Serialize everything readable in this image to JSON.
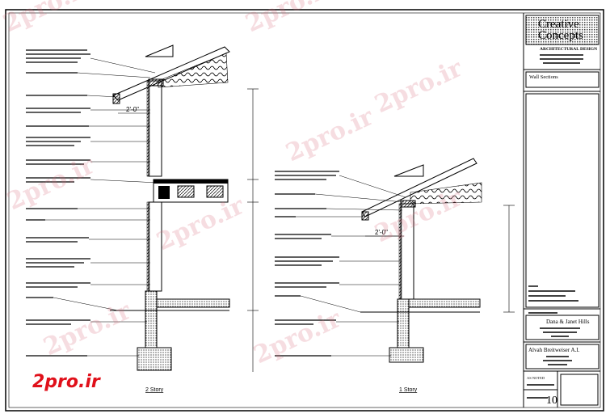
{
  "title_block": {
    "logo_line1": "Creative",
    "logo_line2": "Concepts",
    "firm": "ARCHITECTURAL DESIGN",
    "sheet_title": "Wall Sections",
    "client": "Dana & Janet Hills",
    "designer": "Alvah Breitweiser A.I.",
    "scale_label": "AS NOTED",
    "sheet_number": "10"
  },
  "sections": {
    "left_label": "2 Story",
    "right_label": "1 Story"
  },
  "dimensions": {
    "overhang_left": "2'-0\"",
    "overhang_right": "2'-0\""
  },
  "watermark": "2pro.ir",
  "brand": "2pro.ir"
}
